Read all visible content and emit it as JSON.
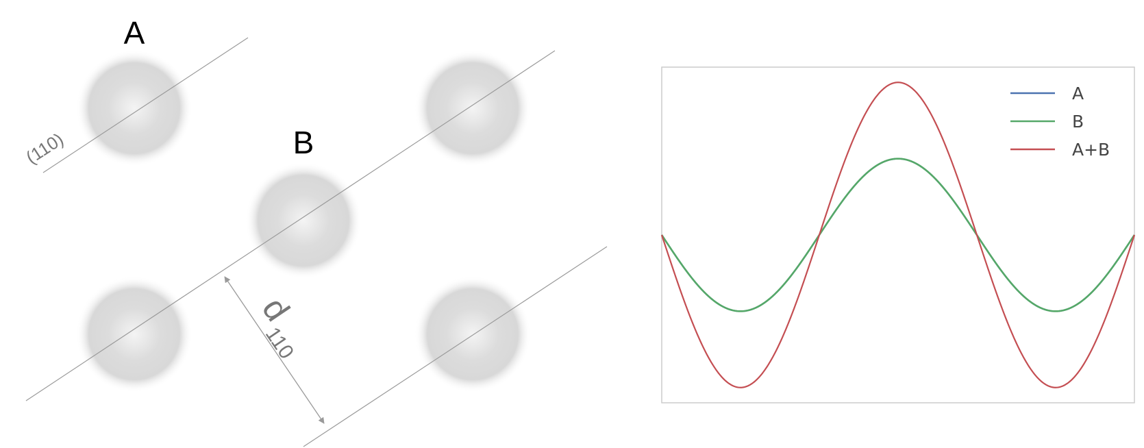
{
  "diagram": {
    "atom_labels": {
      "a": "A",
      "b": "B"
    },
    "plane_label": "(110)",
    "spacing_label": {
      "main": "d",
      "subscript": "110"
    }
  },
  "chart_data": {
    "type": "line",
    "title": "",
    "xlabel": "",
    "ylabel": "",
    "grid": false,
    "legend_position": "top-right",
    "x_range": [
      0,
      3
    ],
    "y_range": [
      -2.2,
      2.2
    ],
    "series": [
      {
        "name": "A",
        "color": "#4c72b0",
        "function": "cos(2*pi*(x-1.5)/2)",
        "amplitude": 1
      },
      {
        "name": "B",
        "color": "#55a868",
        "function": "cos(2*pi*(x-1.5)/2)",
        "amplitude": 1
      },
      {
        "name": "A+B",
        "color": "#c44e52",
        "function": "2*cos(2*pi*(x-1.5)/2)",
        "amplitude": 2
      }
    ]
  },
  "colors": {
    "plane_line": "#9a9a9a",
    "atom_fill": "#d6d6d6",
    "arrow": "#9a9a9a",
    "plot_frame": "#cccccc"
  }
}
